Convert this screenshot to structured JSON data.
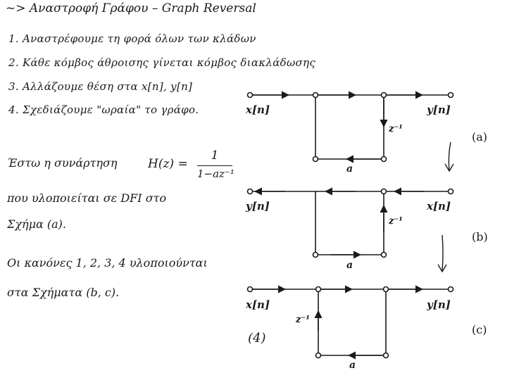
{
  "title": "~> Αναστροφή Γράφου – Graph Reversal",
  "steps": [
    "1. Αναστρέφουμε τη φορά όλων των κλάδων",
    "2. Κάθε κόμβος άθροισης γίνεται κόμβος διακλάδωσης",
    "3. Αλλάζουμε θέση στα x[n], y[n]",
    "4. Σχεδιάζουμε \"ωραία\" το γράφο."
  ],
  "paragraph": {
    "line1": "Έστω η συνάρτηση",
    "hz_lhs": "H(z) =",
    "hz_num": "1",
    "hz_den": "1−az⁻¹",
    "line2": "που υλοποιείται σε DFI στο",
    "line3": "Σχήμα (a).",
    "line4": "Οι κανόνες 1, 2, 3, 4 υλοποιούνται",
    "line5": "στα Σχήματα (b, c)."
  },
  "diagrams": {
    "a": {
      "label": "(a)",
      "left_signal": "x[n]",
      "right_signal": "y[n]",
      "delay": "z⁻¹",
      "coef": "a"
    },
    "b": {
      "label": "(b)",
      "left_signal": "y[n]",
      "right_signal": "x[n]",
      "delay": "z⁻¹",
      "coef": "a"
    },
    "c": {
      "label": "(c)",
      "left_signal": "x[n]",
      "right_signal": "y[n]",
      "delay": "z⁻¹",
      "coef": "a"
    }
  },
  "note": "(4)"
}
